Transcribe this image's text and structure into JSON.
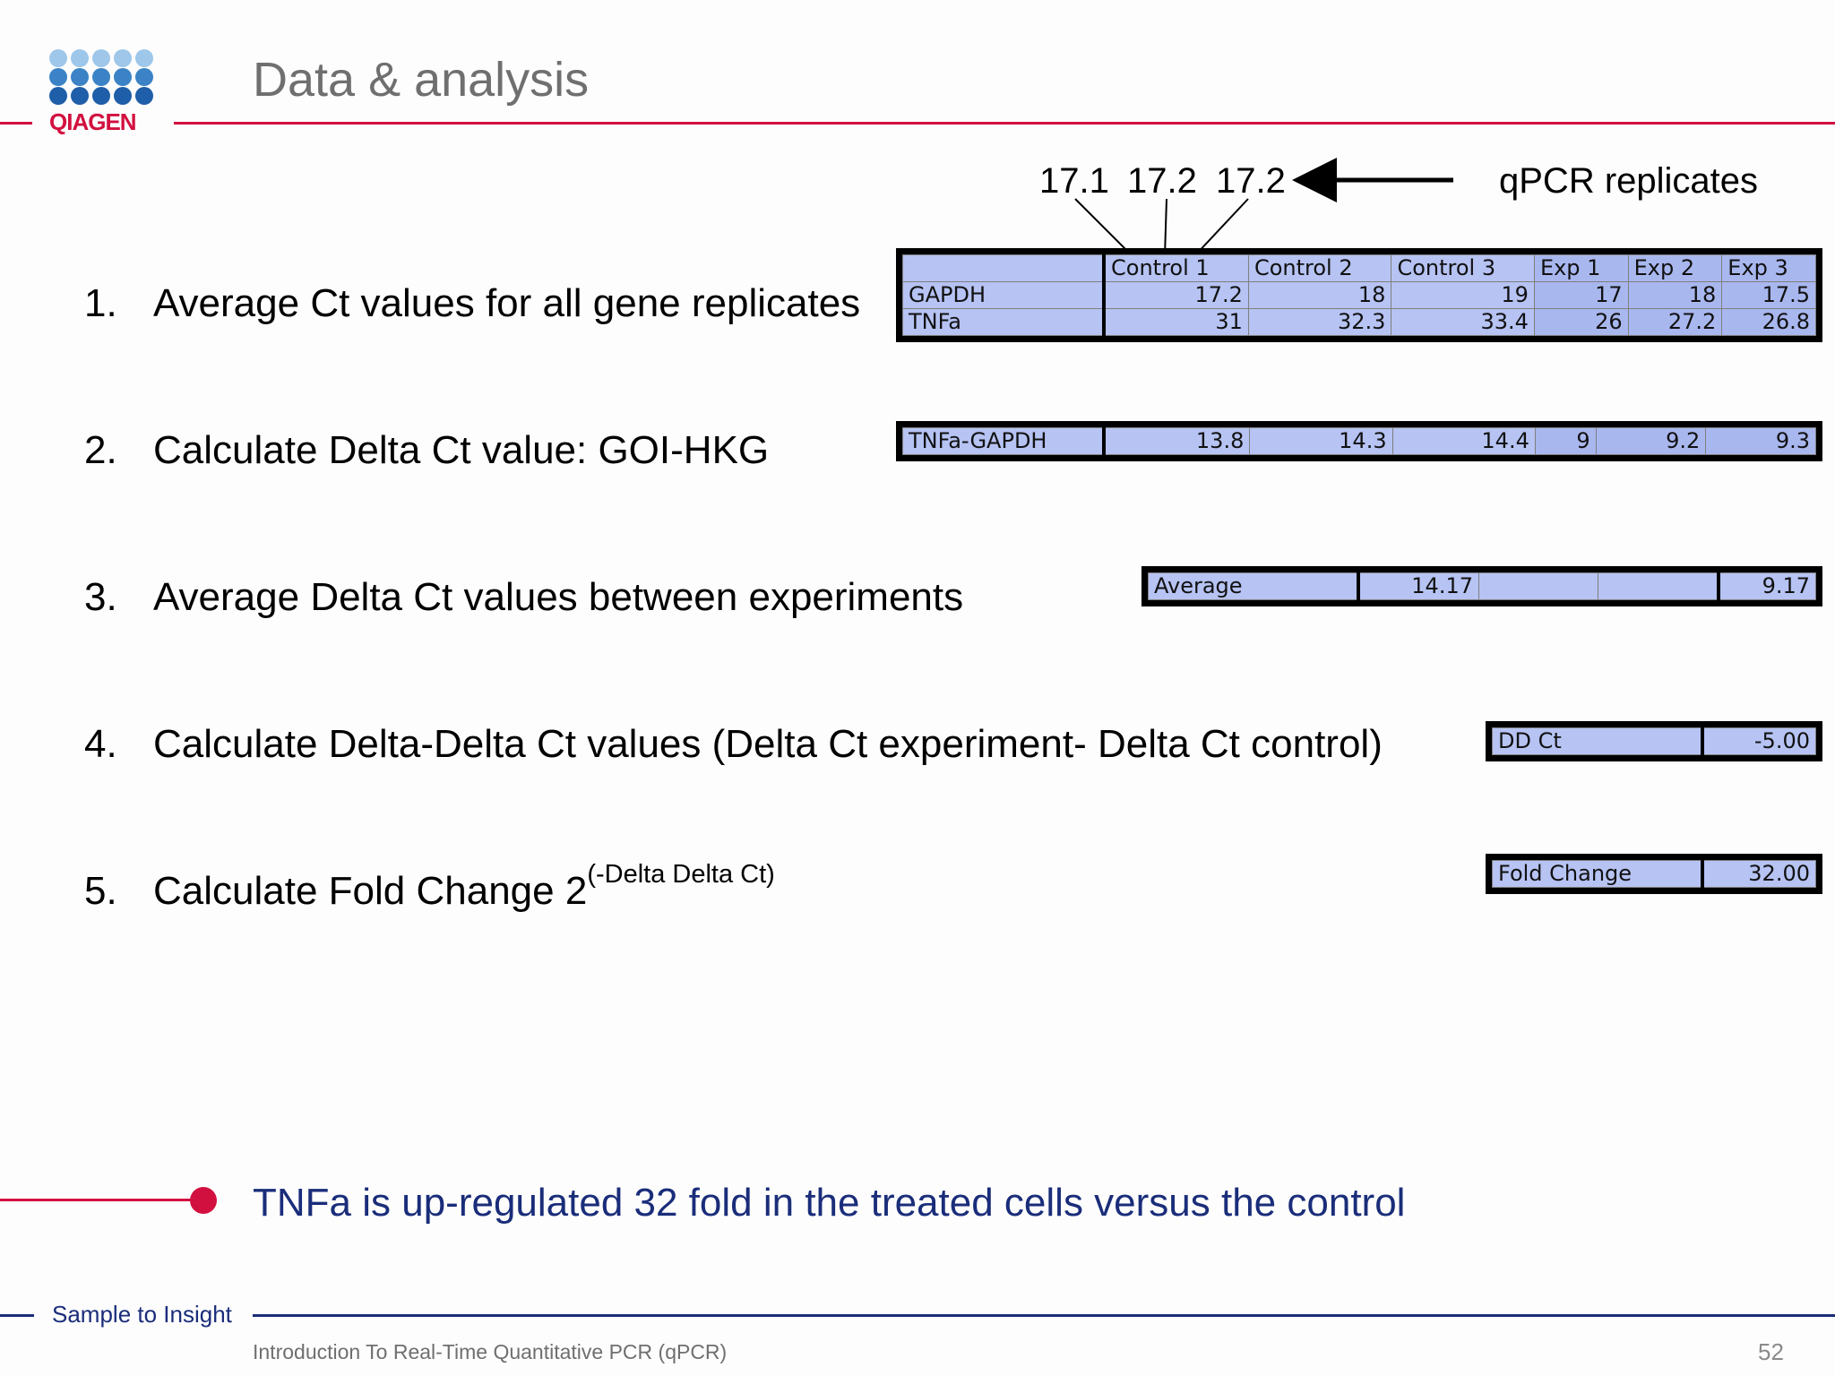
{
  "brand": {
    "logo_text": "QIAGEN",
    "logo_color": "#d2103f",
    "dot_colors": [
      "#9ec7ea",
      "#3b83c6",
      "#1f5ea8"
    ]
  },
  "slide": {
    "title": "Data & analysis",
    "accent_color": "#d2103f"
  },
  "replicates": {
    "values": [
      "17.1",
      "17.2",
      "17.2"
    ],
    "label": "qPCR replicates"
  },
  "steps": [
    {
      "num": "1.",
      "text": "Average Ct values for all gene replicates"
    },
    {
      "num": "2.",
      "text": "Calculate Delta Ct value: GOI-HKG"
    },
    {
      "num": "3.",
      "text": "Average Delta Ct values between experiments"
    },
    {
      "num": "4.",
      "text": "Calculate Delta-Delta Ct values (Delta Ct experiment- Delta Ct control)"
    },
    {
      "num": "5.",
      "text": "Calculate Fold Change 2",
      "superscript": "(-Delta Delta Ct)"
    }
  ],
  "ct_table": {
    "headers": [
      "",
      "Control 1",
      "Control 2",
      "Control 3",
      "Exp 1",
      "Exp 2",
      "Exp 3"
    ],
    "rows": [
      {
        "label": "GAPDH",
        "values": [
          "17.2",
          "18",
          "19",
          "17",
          "18",
          "17.5"
        ]
      },
      {
        "label": "TNFa",
        "values": [
          "31",
          "32.3",
          "33.4",
          "26",
          "27.2",
          "26.8"
        ]
      }
    ]
  },
  "delta_table": {
    "label": "TNFa-GAPDH",
    "values": [
      "13.8",
      "14.3",
      "14.4",
      "9",
      "9.2",
      "9.3"
    ]
  },
  "average_table": {
    "label": "Average",
    "values": [
      "14.17",
      "",
      "",
      "9.17"
    ]
  },
  "ddct_table": {
    "label": "DD Ct",
    "value": "-5.00"
  },
  "fold_table": {
    "label": "Fold Change",
    "value": "32.00"
  },
  "conclusion": "TNFa is up-regulated 32 fold in the treated cells versus the control",
  "footer": {
    "slogan": "Sample to Insight",
    "title": "Introduction To Real-Time Quantitative PCR (qPCR)",
    "page": "52",
    "line_color": "#1a2d7a"
  }
}
